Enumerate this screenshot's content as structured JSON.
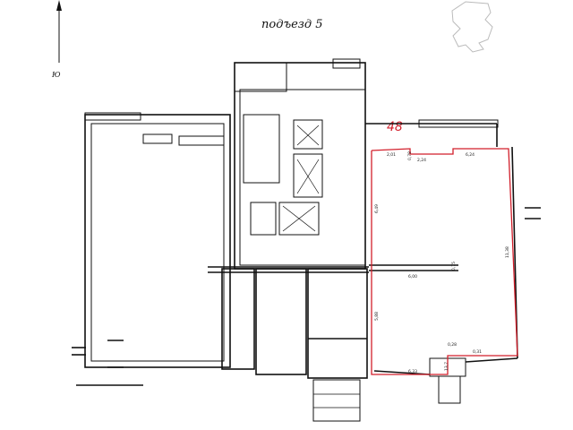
{
  "plan": {
    "title": "подъезд 5",
    "north_label": "Ю",
    "unit_number": "48",
    "highlight_color": "#d21f2b",
    "wall_color": "#111111",
    "dimensions": [
      "2,01",
      "0,78",
      "2,24",
      "6,24",
      "6,49",
      "6,00",
      "0,75",
      "5,88",
      "11,38",
      "0,28",
      "0,31",
      "6,33",
      "13,7"
    ]
  }
}
